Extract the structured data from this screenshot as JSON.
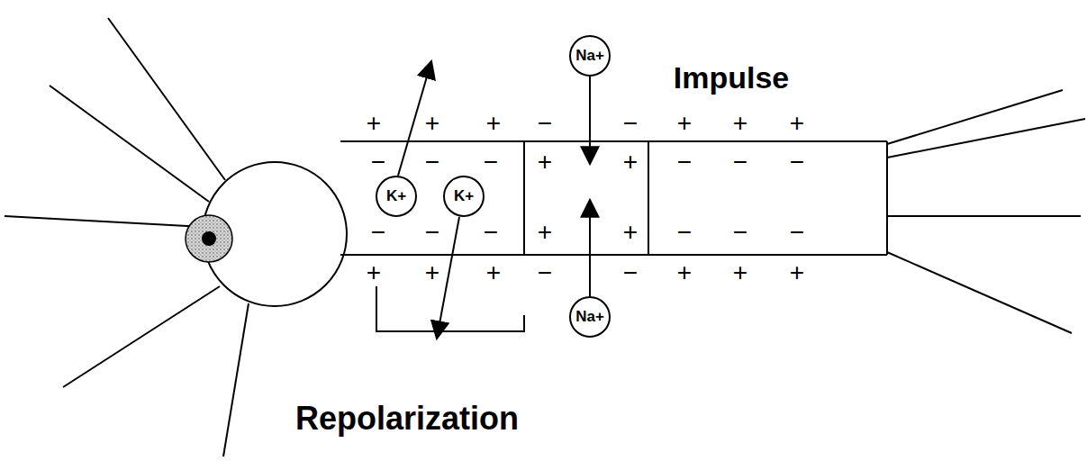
{
  "diagram": {
    "nodes": [
      {
        "text": [
          "Na+"
        ]
      },
      {
        "text": [
          "K+"
        ]
      },
      {
        "text": [
          "K+"
        ]
      },
      {
        "text": [
          "Na+"
        ]
      }
    ],
    "labels": [
      "Impulse",
      "+",
      "+",
      "+",
      "−",
      "−",
      "+",
      "+",
      "+",
      "−",
      "−",
      "−",
      "+",
      "+",
      "−",
      "−",
      "−",
      "−",
      "−",
      "−",
      "+",
      "+",
      "−",
      "−",
      "−",
      "+",
      "+",
      "+",
      "−",
      "−",
      "+",
      "+",
      "+",
      "Repolarization"
    ]
  }
}
